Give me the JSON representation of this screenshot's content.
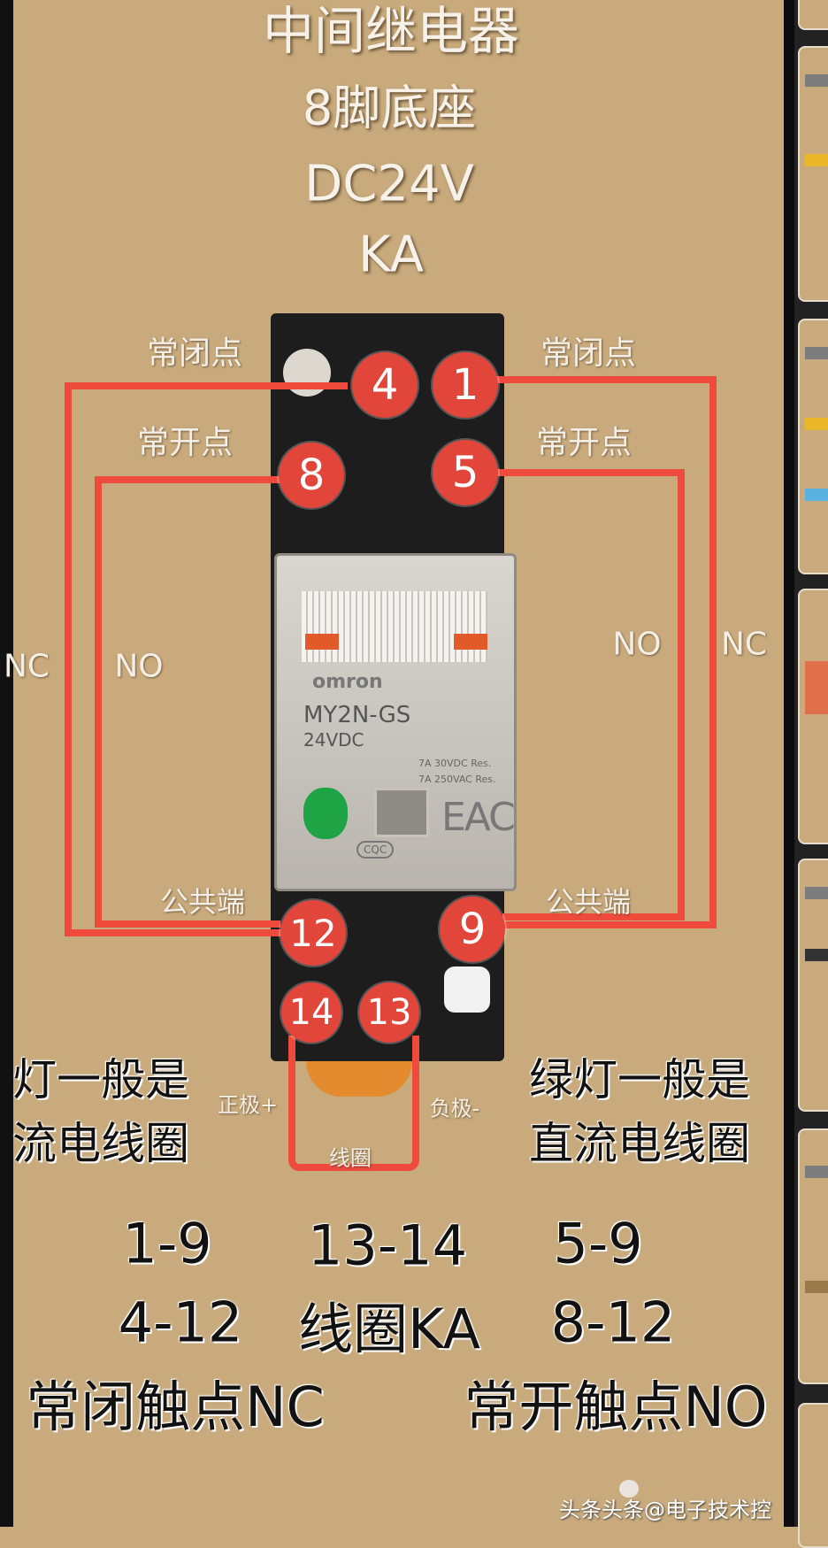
{
  "header": {
    "title": "中间继电器",
    "base": "8脚底座",
    "voltage": "DC24V",
    "symbol": "KA"
  },
  "relay": {
    "brand": "omron",
    "model": "MY2N-GS",
    "rating": "24VDC",
    "spec1": "7A 30VDC Res.",
    "spec2": "7A 250VAC Res.",
    "cert1": "CQC",
    "cert2": "EAC"
  },
  "pins": {
    "p4": "4",
    "p1": "1",
    "p8": "8",
    "p5": "5",
    "p12": "12",
    "p9": "9",
    "p14": "14",
    "p13": "13"
  },
  "labels": {
    "nc_left": "常闭点",
    "nc_right": "常闭点",
    "no_left": "常开点",
    "no_right": "常开点",
    "common_left": "公共端",
    "common_right": "公共端",
    "nc_tag_left": "NC",
    "no_tag_left": "NO",
    "no_tag_right": "NO",
    "nc_tag_right": "NC",
    "positive": "正极+",
    "negative": "负极-",
    "coil": "线圈"
  },
  "notes": {
    "left_line1": "灯一般是",
    "left_line2": "流电线圈",
    "right_line1": "绿灯一般是",
    "right_line2": "直流电线圈"
  },
  "summary": {
    "c1r1": "1-9",
    "c2r1": "13-14",
    "c3r1": "5-9",
    "c1r2": "4-12",
    "c2r2": "线圈KA",
    "c3r2": "8-12",
    "nc": "常闭触点NC",
    "no": "常开触点NO"
  },
  "watermark": {
    "platform": "头条头条",
    "account": "@电子技术控"
  },
  "colors": {
    "background": "#c8aa7c",
    "wire": "#ee4b3c",
    "pin": "#e2453a"
  }
}
